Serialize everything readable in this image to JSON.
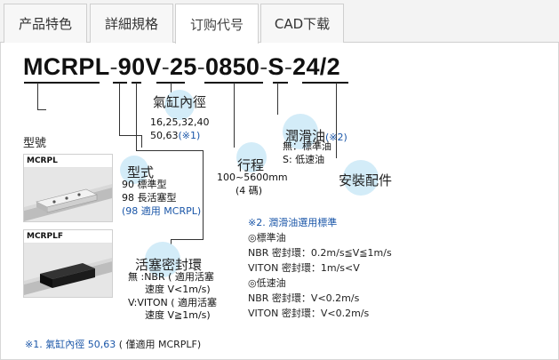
{
  "tabs": [
    {
      "label": "产品特色",
      "active": false
    },
    {
      "label": "詳細規格",
      "active": false
    },
    {
      "label": "订购代号",
      "active": true
    },
    {
      "label": "CAD下载",
      "active": false
    }
  ],
  "order_code": {
    "p1": "MCRPL",
    "p2": "90V",
    "p3": "25",
    "p4": "0850",
    "p5": "S",
    "p6": "24/2",
    "sep": "-"
  },
  "model": {
    "label": "型號",
    "products": [
      {
        "name": "MCRPL"
      },
      {
        "name": "MCRPLF"
      }
    ]
  },
  "bore": {
    "label": "氣缸內徑",
    "line1": "16,25,32,40",
    "line2": "50,63",
    "mark": "(※1)"
  },
  "type": {
    "label": "型式",
    "line1": "90  標準型",
    "line2": "98  長活塞型",
    "line3": "(98 適用 MCRPL)"
  },
  "stroke": {
    "label": "行程",
    "line1": "100~5600mm",
    "line2": "(4 碼)"
  },
  "lube": {
    "label": "潤滑油",
    "mark": "(※2)",
    "line1": "無：標準油",
    "line2": "S: 低速油"
  },
  "mount": {
    "label": "安裝配件"
  },
  "seal": {
    "label": "活塞密封環",
    "line1": "無 :NBR (  適用活塞",
    "line2": "速度 V<1m/s)",
    "line3": "V:VITON (  適用活塞",
    "line4": "速度 V≧1m/s)"
  },
  "note2": {
    "head": "※2. 潤滑油選用標準",
    "line1": "◎標準油",
    "line2": "NBR 密封環：0.2m/s≦V≦1m/s",
    "line3": "VITON 密封環：1m/s<V",
    "line4": "◎低速油",
    "line5": "NBR 密封環：V<0.2m/s",
    "line6": "VITON 密封環：V<0.2m/s"
  },
  "note1": {
    "head": "※1. 氣缸內徑 50,63",
    "tail": " ( 僅適用 MCRPLF)"
  },
  "colors": {
    "bubble": "#d3ecf8",
    "note_blue": "#1a56a8",
    "tab_border": "#cfcfcf"
  }
}
